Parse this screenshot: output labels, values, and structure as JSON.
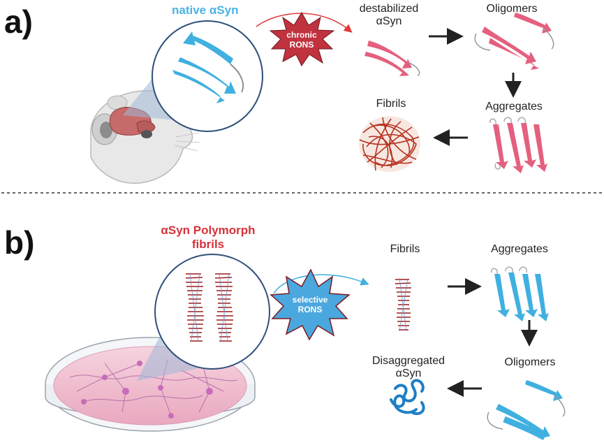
{
  "panels": {
    "a": {
      "tag": "a)",
      "title": "native αSyn",
      "stressor": [
        "chronic",
        "RONS"
      ],
      "labels": {
        "destabilized": [
          "destabilized",
          "αSyn"
        ],
        "oligomers": "Oligomers",
        "aggregates": "Aggregates",
        "fibrils": "Fibrils"
      }
    },
    "b": {
      "tag": "b)",
      "title": [
        "αSyn Polymorph",
        "fibrils"
      ],
      "stressor": [
        "selective",
        "RONS"
      ],
      "labels": {
        "fibrils": "Fibrils",
        "aggregates": "Aggregates",
        "oligomers": "Oligomers",
        "disaggregated": [
          "Disaggregated",
          "αSyn"
        ]
      }
    }
  },
  "colors": {
    "native_blue": "#4ab3e2",
    "destabilized_pink": "#e4607f",
    "fibril_red": "#b5311f",
    "star_red": "#c0323e",
    "star_blue": "#4aa8de",
    "divider": "#333333"
  }
}
